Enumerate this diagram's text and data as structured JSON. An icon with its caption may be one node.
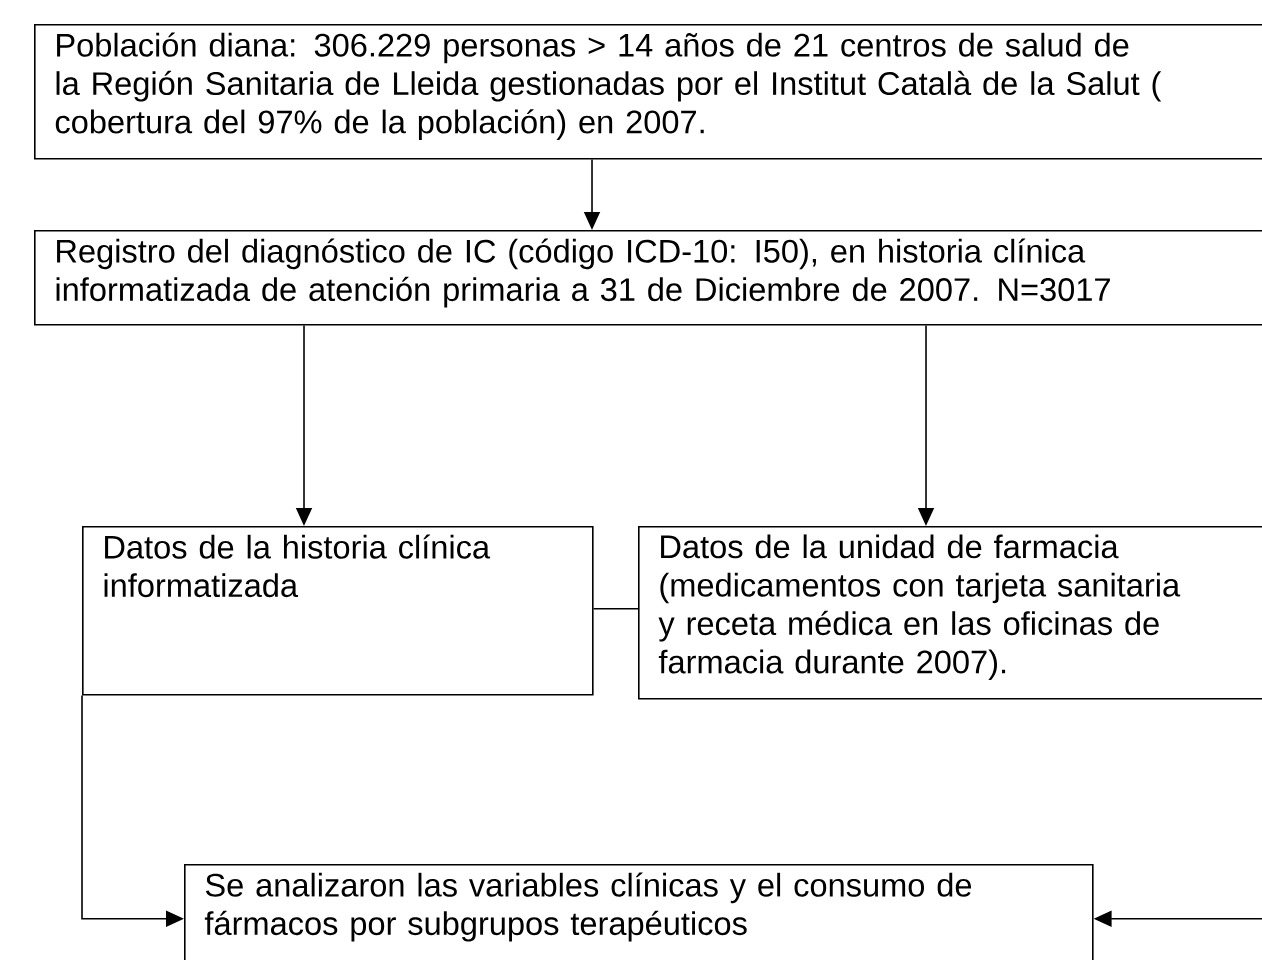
{
  "diagram": {
    "nodes": [
      {
        "text": [
          "Población diana: 306.229 personas > 14 años de 21  centros  de salud  de la Región Sanitaria de Lleida gestionadas por  el Institut Català de la Salut ( cobertura del 97% de la población) en 2007."
        ]
      },
      {
        "text": [
          "Registro del diagnóstico de IC (código ICD-10: I50), en  historia clínica informatizada de atención primaria a 31 de Diciembre de 2007.  N=3017"
        ]
      },
      {
        "text": [
          "Datos  de la historia clínica informatizada"
        ]
      },
      {
        "text": [
          "Datos de la unidad de farmacia (medicamentos  con tarjeta sanitaria y receta médica en las oficinas de farmacia durante 2007)."
        ]
      },
      {
        "text": [
          "Se analizaron las variables clínicas y el consumo de fármacos por subgrupos terapéuticos"
        ]
      }
    ],
    "edges": [
      {
        "from": 0,
        "to": 1,
        "arrow": "to"
      },
      {
        "from": 1,
        "to": 2,
        "arrow": "to"
      },
      {
        "from": 1,
        "to": 3,
        "arrow": "to"
      },
      {
        "from": 2,
        "to": 3,
        "arrow": "none"
      },
      {
        "from": 2,
        "to": 4,
        "arrow": "to"
      },
      {
        "from": null,
        "to": 4,
        "arrow": "to"
      }
    ]
  }
}
